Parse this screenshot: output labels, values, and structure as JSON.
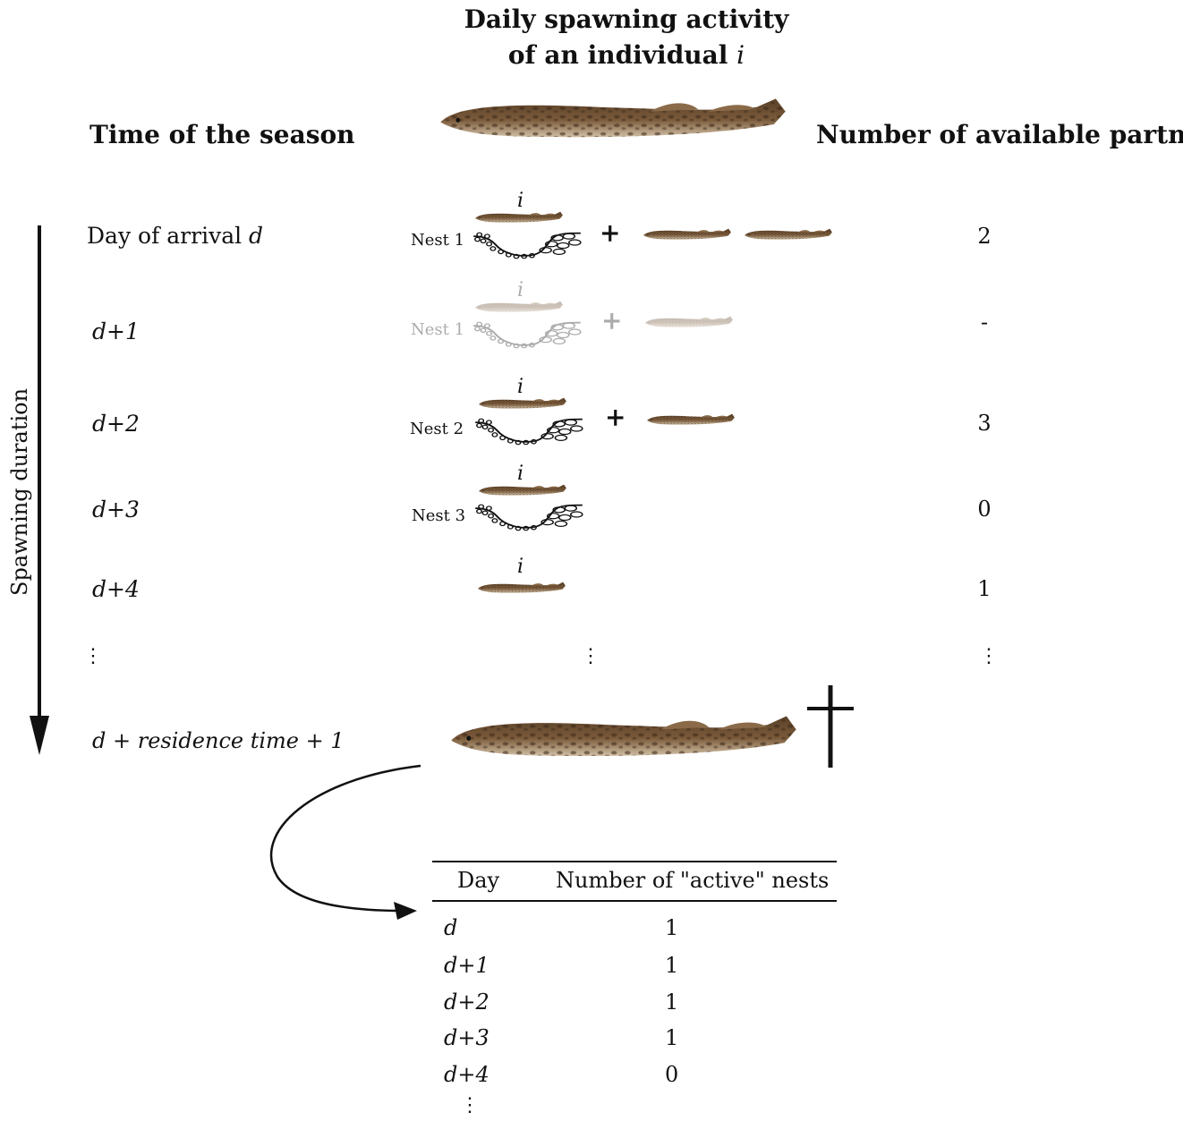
{
  "title": {
    "line1": "Daily spawning activity",
    "line2_prefix": "of an individual ",
    "line2_var": "i"
  },
  "headers": {
    "left": "Time of the season",
    "right": "Number of available partners"
  },
  "axis_label": "Spawning duration",
  "individual_label": "i",
  "rows": [
    {
      "label_prefix": "Day of arrival ",
      "label_var": "d",
      "nest": "Nest 1",
      "partners": 2,
      "partners_text": "2",
      "faded": false
    },
    {
      "label_prefix": "",
      "label_var": "d+1",
      "nest": "Nest 1",
      "partners": null,
      "partners_text": "-",
      "faded": true
    },
    {
      "label_prefix": "",
      "label_var": "d+2",
      "nest": "Nest 2",
      "partners": 3,
      "partners_text": "3",
      "faded": false
    },
    {
      "label_prefix": "",
      "label_var": "d+3",
      "nest": "Nest 3",
      "partners": 0,
      "partners_text": "0",
      "faded": false
    },
    {
      "label_prefix": "",
      "label_var": "d+4",
      "nest": "",
      "partners": 1,
      "partners_text": "1",
      "faded": false
    }
  ],
  "plus_sign": "+",
  "ellipsis": "⋮",
  "final_row": {
    "label_a": "d",
    "label_b": " + ",
    "label_c": "residence time",
    "label_d": " + ",
    "label_e": "1"
  },
  "death_symbol": "†",
  "table": {
    "headers": [
      "Day",
      "Number of \"active\" nests"
    ],
    "rows": [
      {
        "day": "d",
        "nests": "1"
      },
      {
        "day": "d+1",
        "nests": "1"
      },
      {
        "day": "d+2",
        "nests": "1"
      },
      {
        "day": "d+3",
        "nests": "1"
      },
      {
        "day": "d+4",
        "nests": "0"
      }
    ],
    "ellipsis": "⋮"
  },
  "colors": {
    "lamprey_body": "#7a5a3a",
    "lamprey_dark": "#4a3422",
    "lamprey_belly": "#c9b49a",
    "ink": "#111111",
    "faded_ink": "#9a9a9a"
  },
  "icons": [
    "lamprey-icon",
    "nest-icon",
    "arrow-down-icon",
    "curved-arrow-icon",
    "cross-icon"
  ]
}
